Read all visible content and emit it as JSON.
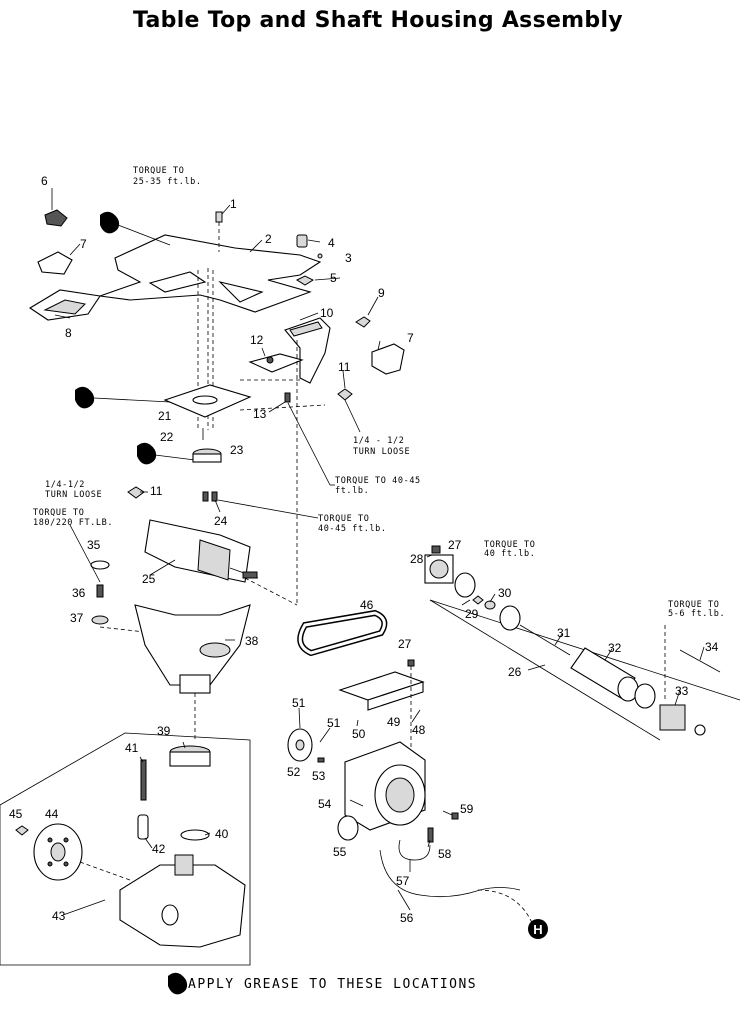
{
  "title": "Table Top and Shaft Housing Assembly",
  "legend": {
    "text": "APPLY GREASE TO THESE LOCATIONS",
    "icon": "grease-drop-icon"
  },
  "notes": {
    "torque1_a": "TORQUE TO",
    "torque1_b": "25-35 ft.lb.",
    "turn_loose_right_a": "1/4 - 1/2",
    "turn_loose_right_b": "TURN LOOSE",
    "torque_40_45_a": "TORQUE TO 40-45",
    "torque_40_45_b": "ft.lb.",
    "turn_loose_left_a": "1/4-1/2",
    "turn_loose_left_b": "TURN LOOSE",
    "torque_180_a": "TORQUE TO",
    "torque_180_b": "180/220 FT.LB.",
    "torque_40_45_2a": "TORQUE TO",
    "torque_40_45_2b": "40-45 ft.lb.",
    "torque_40_a": "TORQUE TO",
    "torque_40_b": "40 ft.lb.",
    "torque_5_6_a": "TORQUE TO",
    "torque_5_6_b": "5-6 ft.lb."
  },
  "callouts": {
    "c1": "1",
    "c2": "2",
    "c3": "3",
    "c4": "4",
    "c5": "5",
    "c6": "6",
    "c7a": "7",
    "c7b": "7",
    "c8": "8",
    "c9": "9",
    "c10": "10",
    "c11a": "11",
    "c11b": "11",
    "c12": "12",
    "c13": "13",
    "c21": "21",
    "c22": "22",
    "c23": "23",
    "c24": "24",
    "c25": "25",
    "c26": "26",
    "c27a": "27",
    "c27b": "27",
    "c28": "28",
    "c29": "29",
    "c30": "30",
    "c31": "31",
    "c32": "32",
    "c33": "33",
    "c34": "34",
    "c35": "35",
    "c36": "36",
    "c37": "37",
    "c38": "38",
    "c39": "39",
    "c40": "40",
    "c41": "41",
    "c42": "42",
    "c43": "43",
    "c44": "44",
    "c45": "45",
    "c46": "46",
    "c48": "48",
    "c49": "49",
    "c50": "50",
    "c51a": "51",
    "c51b": "51",
    "c52": "52",
    "c53": "53",
    "c54": "54",
    "c55": "55",
    "c56": "56",
    "c57": "57",
    "c58": "58",
    "c59": "59"
  },
  "connector": {
    "label": "H"
  }
}
